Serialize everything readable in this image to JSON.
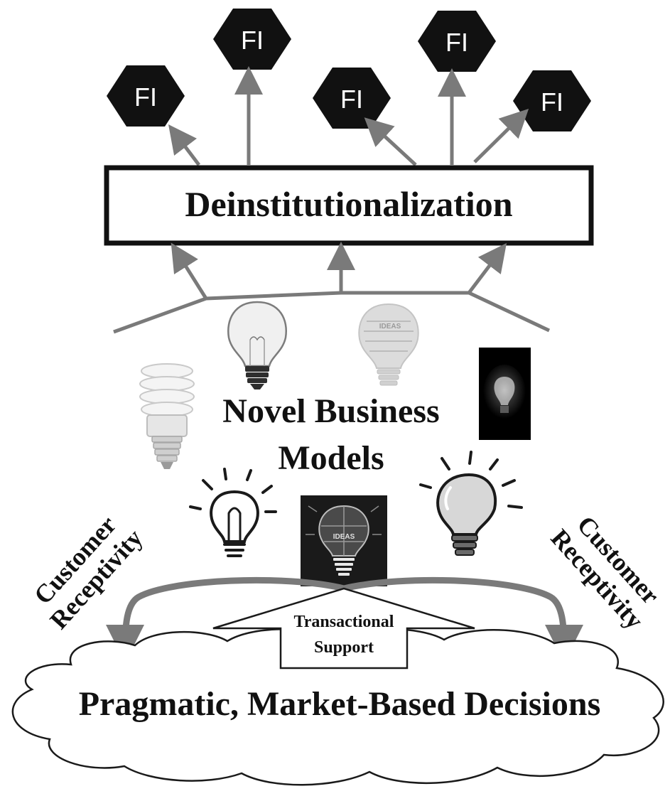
{
  "diagram": {
    "fi_nodes": [
      "FI",
      "FI",
      "FI",
      "FI",
      "FI"
    ],
    "top_box_label": "Deinstitutionalization",
    "center_label": [
      "Novel Business",
      "Models"
    ],
    "side_label_left": [
      "Customer",
      "Receptivity"
    ],
    "side_label_right": [
      "Customer",
      "Receptivity"
    ],
    "support_arrow_label": [
      "Transactional",
      "Support"
    ],
    "cloud_label": "Pragmatic, Market-Based Decisions",
    "bulb_text": "IDEAS",
    "colors": {
      "hex_fill": "#111111",
      "arrow_gray": "#7a7a7a",
      "text": "#111111",
      "box_border": "#111111"
    }
  }
}
